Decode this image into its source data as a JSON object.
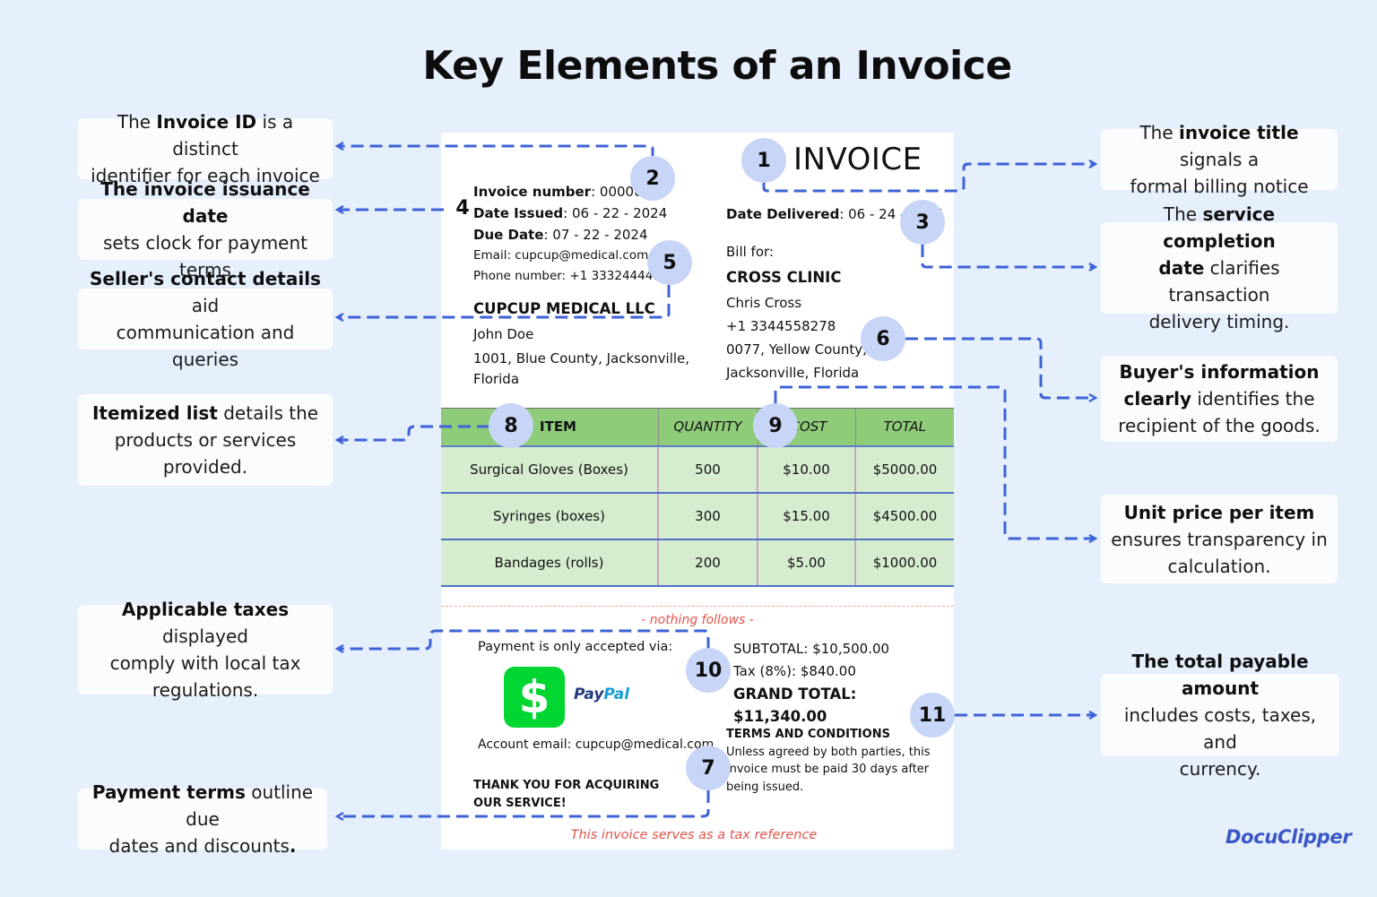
{
  "title": "Key Elements of an Invoice",
  "callouts": {
    "invoice_id": {
      "bold": "Invoice ID",
      "pre": "The ",
      "post": " is a distinct",
      "line2": "identifier for each invoice"
    },
    "issuance_date": {
      "bold": "The invoice issuance date",
      "line2": "sets clock for payment terms"
    },
    "seller_contact": {
      "bold": "Seller's contact details",
      "post": " aid",
      "line2": "communication and queries"
    },
    "itemized": {
      "bold": "Itemized list",
      "post": " details the",
      "line2": "products or services",
      "line3": "provided."
    },
    "taxes": {
      "bold": "Applicable taxes",
      "post": " displayed",
      "line2": "comply with local tax",
      "line3": "regulations."
    },
    "payment_terms": {
      "bold": "Payment terms",
      "post": " outline due",
      "line2": "dates and discounts",
      "line2_bold": "."
    },
    "invoice_title": {
      "pre": "The ",
      "bold": "invoice title",
      "post": " signals a",
      "line2": "formal billing notice"
    },
    "service_completion": {
      "pre": "The ",
      "bold": "service completion",
      "line2_bold": "date",
      "line2": " clarifies transaction",
      "line3": "delivery timing."
    },
    "buyer_info": {
      "bold": "Buyer's information",
      "line2_bold": "clearly",
      "line2": " identifies the",
      "line3": "recipient of the goods."
    },
    "unit_price": {
      "bold": "Unit price per item",
      "line2": "ensures transparency in",
      "line3": "calculation."
    },
    "total_payable": {
      "bold": "The total payable amount",
      "line2": "includes costs, taxes, and",
      "line3": "currency."
    }
  },
  "badges": {
    "b1": "1",
    "b2": "2",
    "b3": "3",
    "b4": "4",
    "b5": "5",
    "b6": "6",
    "b7": "7",
    "b8": "8",
    "b9": "9",
    "b10": "10",
    "b11": "11"
  },
  "invoice": {
    "title": "INVOICE",
    "seller": {
      "invoice_number_label": "Invoice number",
      "invoice_number": ": 000001",
      "date_issued_label": "Date Issued",
      "date_issued": ": 06 - 22 - 2024",
      "due_date_label": "Due Date",
      "due_date": ": 07 - 22 - 2024",
      "email": "Email: cupcup@medical.com",
      "phone": "Phone number: +1 333244441",
      "company": "CUPCUP MEDICAL LLC",
      "contact": "John Doe",
      "address1": "1001, Blue County, Jacksonville,",
      "address2": "Florida"
    },
    "buyer": {
      "date_delivered_label": "Date Delivered",
      "date_delivered": ": 06 - 24 - 2024",
      "bill_for": "Bill for:",
      "company": "CROSS CLINIC",
      "contact": "Chris Cross",
      "phone": "+1 3344558278",
      "address1": "0077, Yellow County,",
      "address2": "Jacksonville, Florida"
    },
    "table": {
      "headers": [
        "ITEM",
        "QUANTITY",
        "COST",
        "TOTAL"
      ],
      "rows": [
        [
          "Surgical Gloves (Boxes)",
          "500",
          "$10.00",
          "$5000.00"
        ],
        [
          "Syringes (boxes)",
          "300",
          "$15.00",
          "$4500.00"
        ],
        [
          "Bandages (rolls)",
          "200",
          "$5.00",
          "$1000.00"
        ]
      ]
    },
    "nothing_follows": "- nothing follows -",
    "payment_label": "Payment is only accepted via:",
    "cashapp_glyph": "$",
    "paypal_a": "Pay",
    "paypal_b": "Pal",
    "account_email": "Account email: cupcup@medical.com",
    "thanks": "THANK YOU FOR ACQUIRING OUR SERVICE!",
    "subtotal": "SUBTOTAL: $10,500.00",
    "tax": "Tax (8%): $840.00",
    "grand_total": "GRAND TOTAL: $11,340.00",
    "terms_head": "TERMS AND CONDITIONS",
    "terms_body": "Unless agreed by both parties, this invoice must be paid 30 days after being issued.",
    "tax_reference": "This invoice serves as a tax reference"
  },
  "logo": "DocuClipper",
  "colors": {
    "connector": "#3d63d6",
    "badge": "#c7d5f6",
    "header_green": "#8fcc7a",
    "row_green": "#d6ecce",
    "note_red": "#e4534b"
  }
}
